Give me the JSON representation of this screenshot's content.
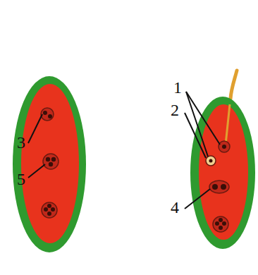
{
  "diagram": {
    "labels": [
      "3",
      "5",
      "1",
      "2",
      "4"
    ]
  }
}
